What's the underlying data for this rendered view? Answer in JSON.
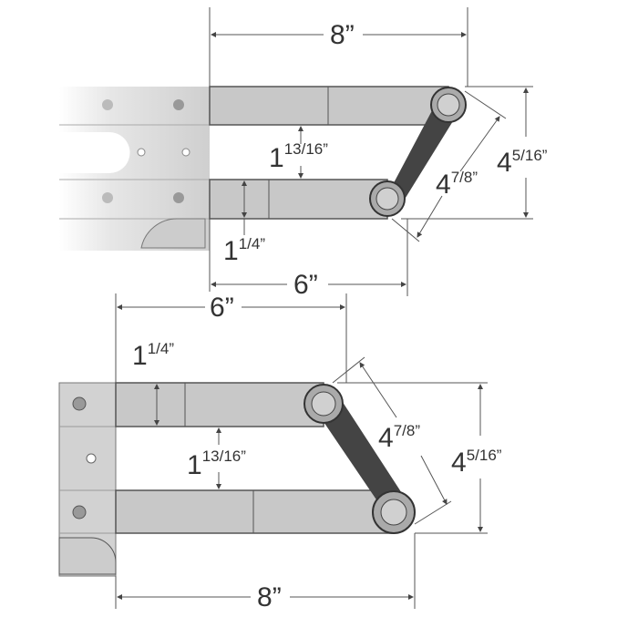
{
  "top_view": {
    "width_label": {
      "whole": "8",
      "unit": "”"
    },
    "height_label": {
      "whole": "4",
      "frac": "5/16",
      "unit": "”"
    },
    "link_label": {
      "whole": "4",
      "frac": "7/8",
      "unit": "”"
    },
    "gap_label": {
      "whole": "1",
      "frac": "13/16",
      "unit": "”"
    },
    "arm_label": {
      "whole": "1",
      "frac": "1/4",
      "unit": "”"
    },
    "lower_label": {
      "whole": "6",
      "unit": "”"
    }
  },
  "bottom_view": {
    "upper_label": {
      "whole": "6",
      "unit": "”"
    },
    "arm_label": {
      "whole": "1",
      "frac": "1/4",
      "unit": "”"
    },
    "gap_label": {
      "whole": "1",
      "frac": "13/16",
      "unit": "”"
    },
    "link_label": {
      "whole": "4",
      "frac": "7/8",
      "unit": "”"
    },
    "height_label": {
      "whole": "4",
      "frac": "5/16",
      "unit": "”"
    },
    "width_label": {
      "whole": "8",
      "unit": "”"
    }
  },
  "colors": {
    "arm": "#c8c8c8",
    "outline": "#555555",
    "text": "#333333"
  }
}
